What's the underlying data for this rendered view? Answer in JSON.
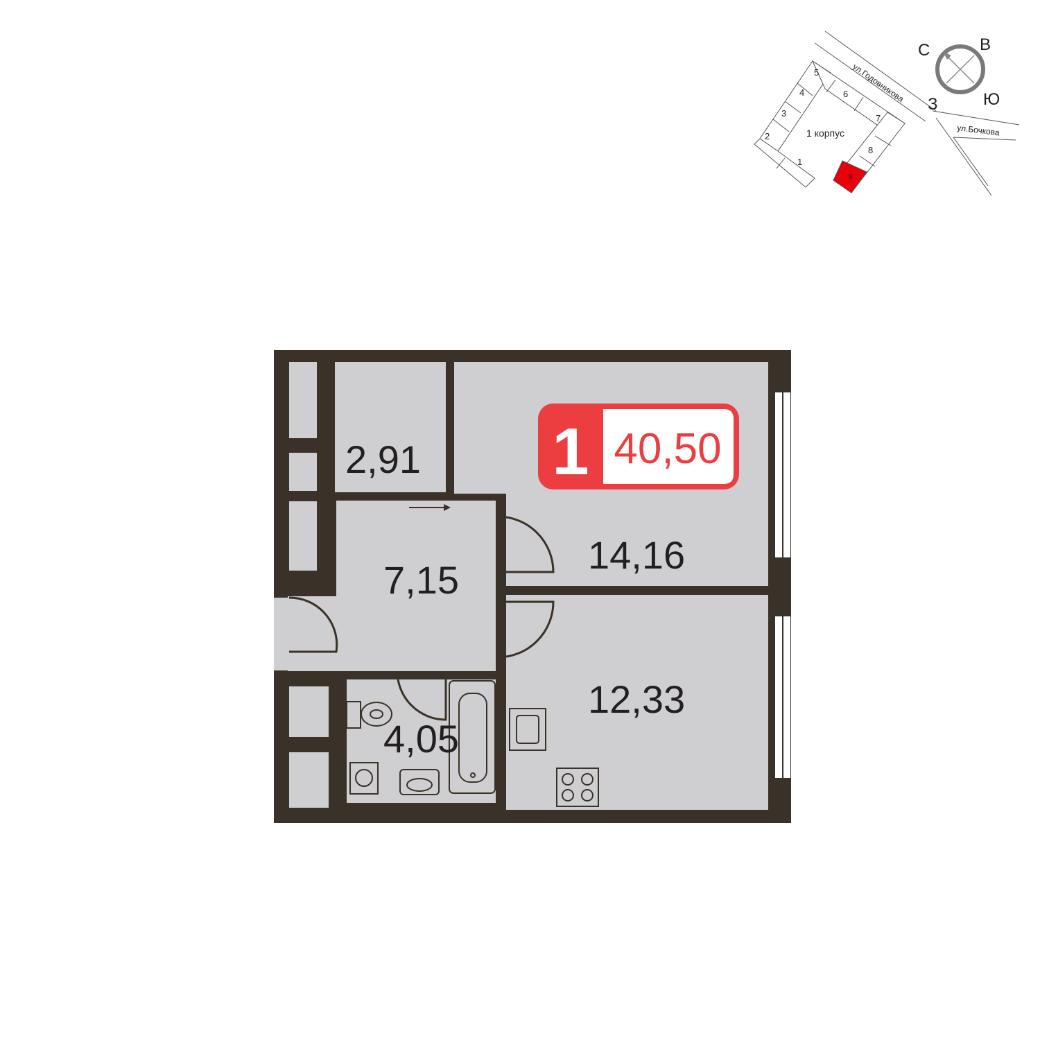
{
  "site_plan": {
    "street_1": "ул.Годовникова",
    "street_2": "ул.Бочкова",
    "building": "1 корпус",
    "sections": [
      "1",
      "2",
      "3",
      "4",
      "5",
      "6",
      "7",
      "8",
      "9"
    ],
    "highlighted_section": "9",
    "highlight_color": "#e8000b"
  },
  "compass": {
    "north": "С",
    "east": "В",
    "south": "Ю",
    "west": "З"
  },
  "badge": {
    "rooms": "1",
    "area": "40,50",
    "color": "#ec3e40"
  },
  "rooms": {
    "storage": "2,91",
    "hall": "7,15",
    "bedroom": "14,16",
    "bathroom": "4,05",
    "kitchen": "12,33"
  },
  "colors": {
    "wall": "#3a3128",
    "floor": "#cfcfd1"
  }
}
